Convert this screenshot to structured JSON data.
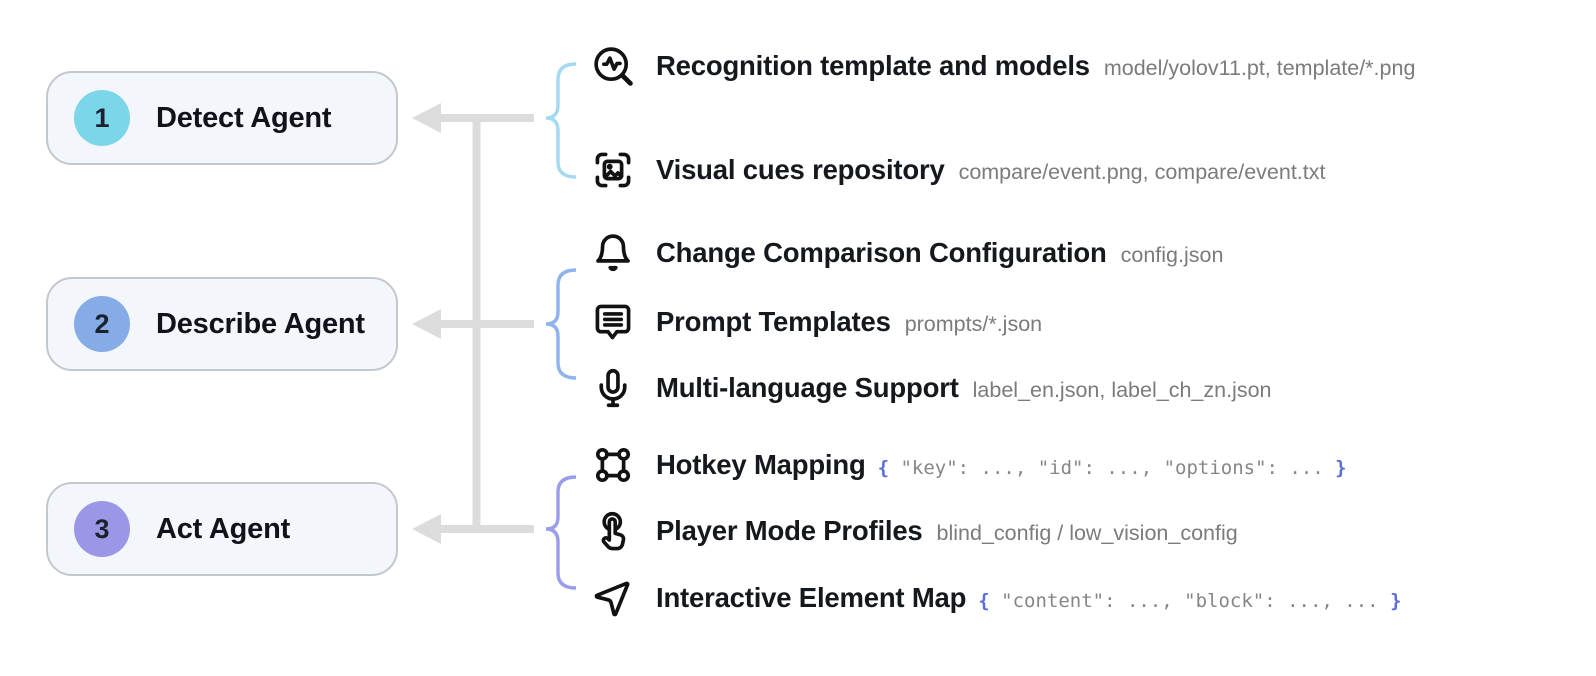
{
  "diagram": {
    "agents": [
      {
        "number": "1",
        "label": "Detect Agent",
        "circle_color": "#7cd6e9"
      },
      {
        "number": "2",
        "label": "Describe Agent",
        "circle_color": "#86ace8"
      },
      {
        "number": "3",
        "label": "Act Agent",
        "circle_color": "#9b97e6"
      }
    ],
    "items": [
      {
        "icon": "search-activity-icon",
        "label": "Recognition template and models",
        "annotation": "model/yolov11.pt, template/*.png"
      },
      {
        "icon": "image-scan-icon",
        "label": "Visual cues repository",
        "annotation": "compare/event.png, compare/event.txt"
      },
      {
        "icon": "bell-icon",
        "label": "Change Comparison Configuration",
        "annotation": "config.json"
      },
      {
        "icon": "message-square-text-icon",
        "label": "Prompt Templates",
        "annotation": "prompts/*.json"
      },
      {
        "icon": "microphone-icon",
        "label": "Multi-language Support",
        "annotation": "label_en.json, label_ch_zn.json"
      },
      {
        "icon": "command-frame-icon",
        "label": "Hotkey Mapping",
        "code_open": "{",
        "code_body": " \"key\": ..., \"id\": ..., \"options\": ... ",
        "code_close": "}"
      },
      {
        "icon": "tap-gesture-icon",
        "label": "Player Mode Profiles",
        "annotation": "blind_config / low_vision_config"
      },
      {
        "icon": "cursor-pointer-icon",
        "label": "Interactive Element Map",
        "code_open": "{",
        "code_body": " \"content\": ..., \"block\": ..., ... ",
        "code_close": "}"
      }
    ],
    "colors": {
      "agent_box_fill": "#f3f6fa",
      "agent_box_border": "#c3c8cd",
      "connector": "#dcdcdc",
      "brace_detect": "#a5d9f1",
      "brace_describe": "#8fb3ec",
      "brace_act": "#9a9de9",
      "circle_detect": "#7cd6e9",
      "circle_describe": "#86ace8",
      "circle_act": "#9b97e6",
      "label_color": "#15181d",
      "annotation_color": "#7b7b7b",
      "code_brace_color": "#5a6ed8"
    }
  }
}
